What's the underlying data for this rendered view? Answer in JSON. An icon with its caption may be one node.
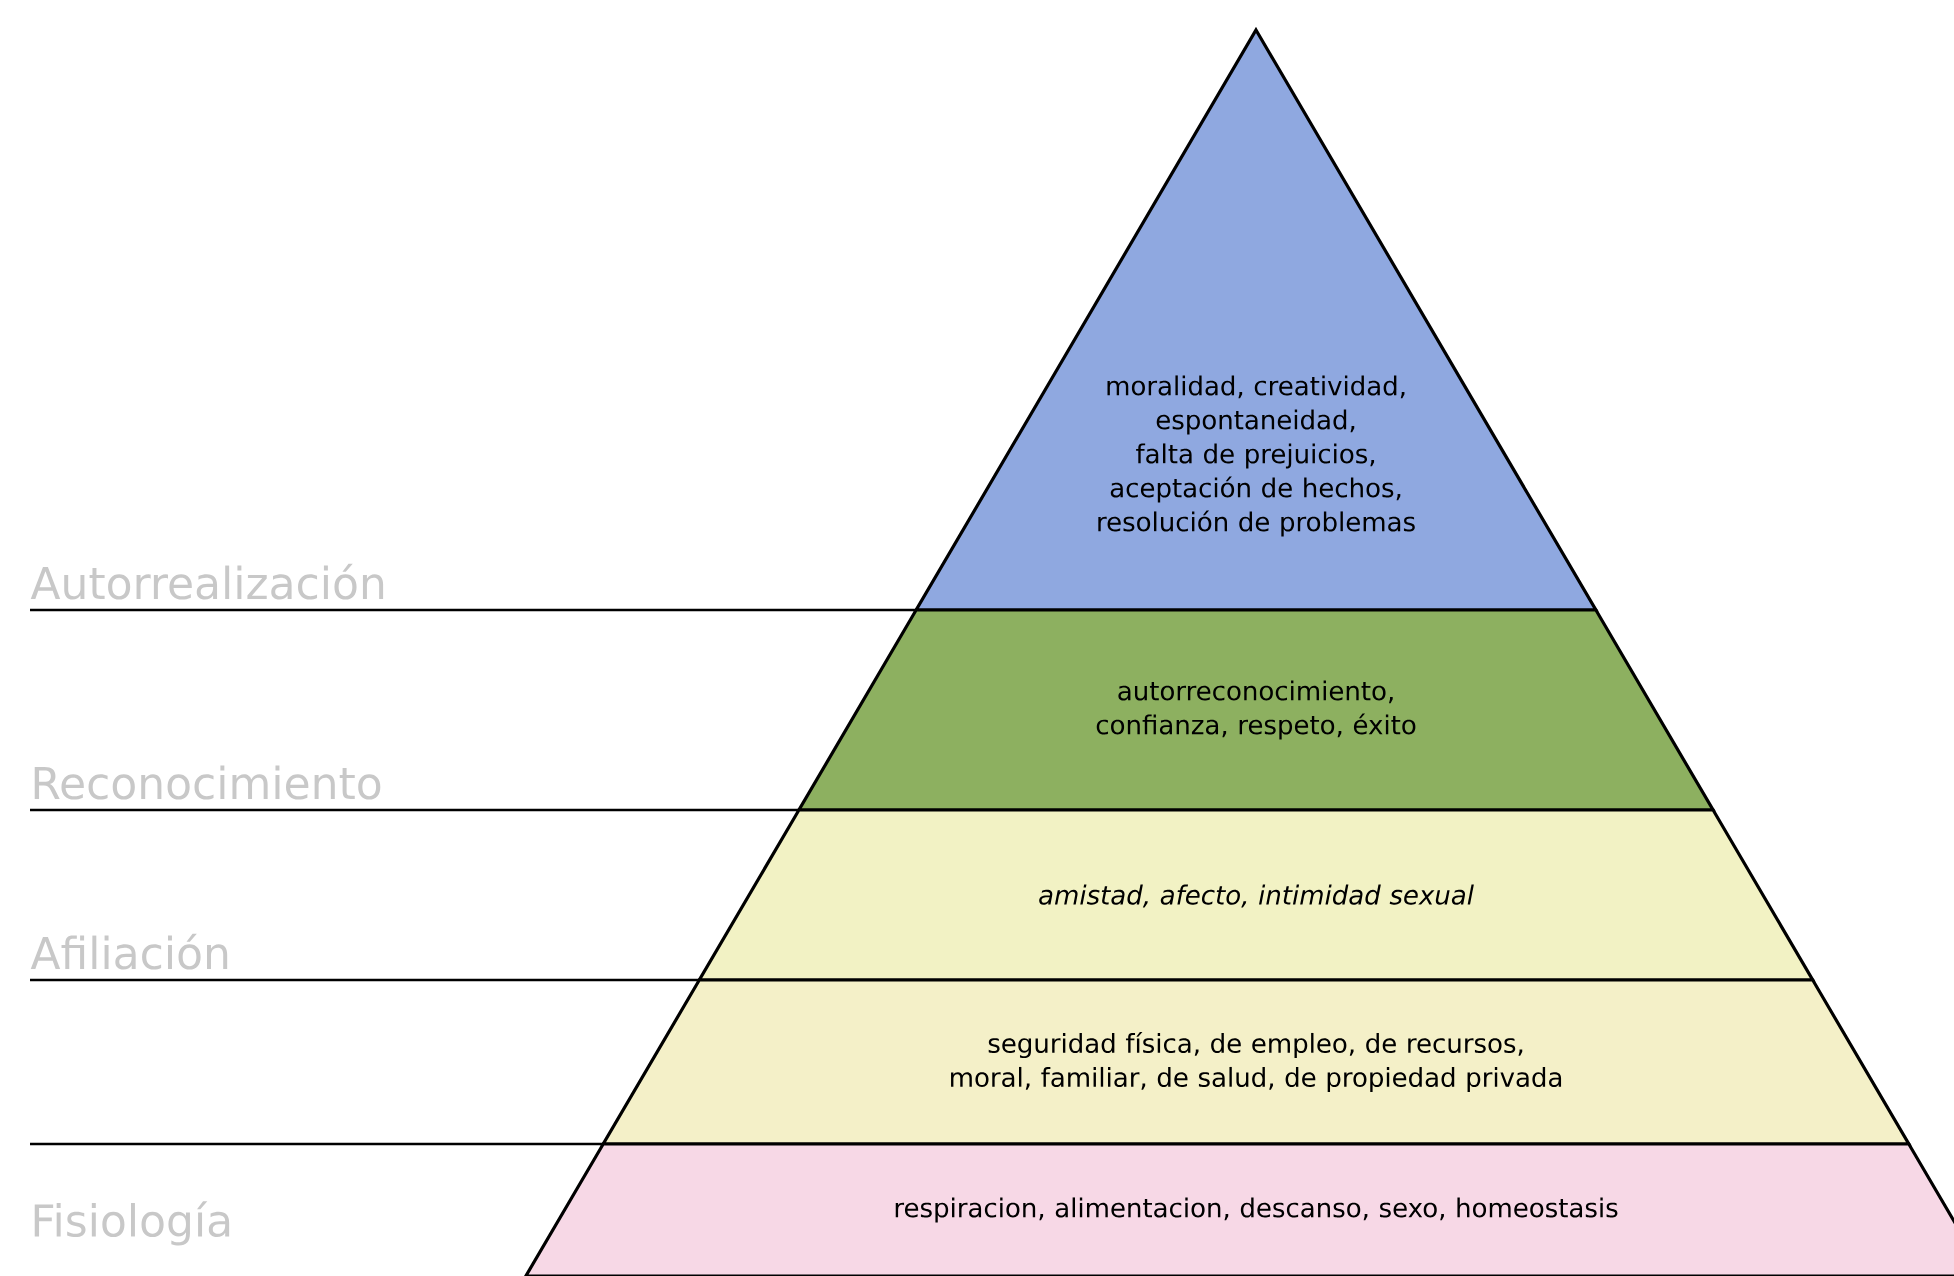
{
  "diagram": {
    "nodes": [
      {
        "text": [
          "moralidad, creatividad, espontaneidad, falta de prejuicios, aceptación de hechos, resolución de problemas"
        ]
      },
      {
        "text": [
          "autorreconocimiento, confianza, respeto, éxito"
        ]
      },
      {
        "text": [
          "amistad, afecto, intimidad sexual"
        ]
      },
      {
        "text": [
          "seguridad física, de empleo, de recursos, moral, familiar, de salud, de propiedad privada"
        ]
      },
      {
        "text": [
          "respiracion, alimentacion, descanso, sexo, homeostasis"
        ]
      },
      {
        "text": [
          "Autorrealización"
        ]
      },
      {
        "text": [
          "Reconocimiento"
        ]
      },
      {
        "text": [
          "Afiliación"
        ]
      },
      {
        "text": [
          "Fisiología"
        ]
      }
    ],
    "edges": [
      {
        "from": 5,
        "to": 0,
        "arrow": "none"
      },
      {
        "from": 6,
        "to": 1,
        "arrow": "none"
      },
      {
        "from": 7,
        "to": 2,
        "arrow": "none"
      }
    ]
  }
}
